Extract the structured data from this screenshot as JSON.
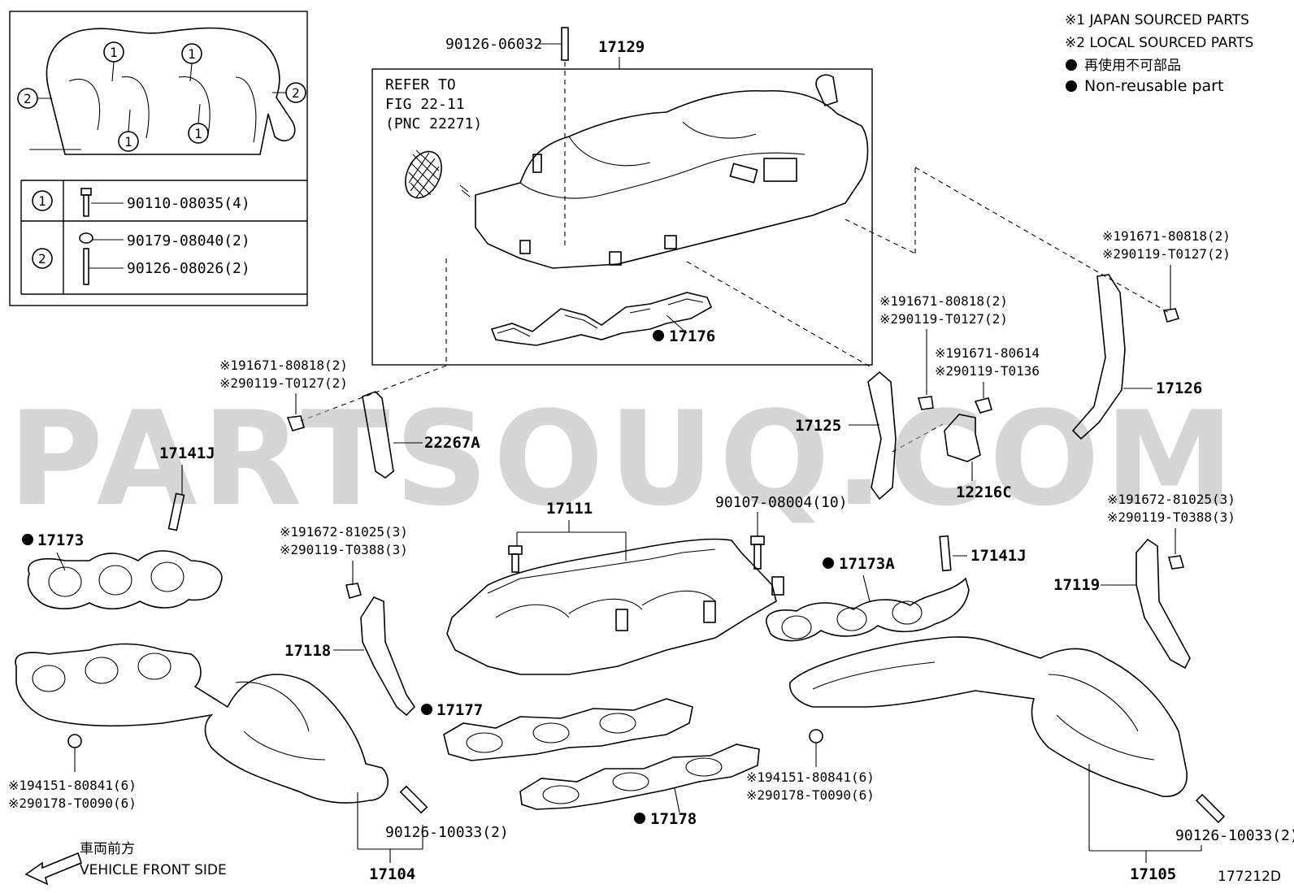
{
  "legend": {
    "japan": "※1 JAPAN SOURCED PARTS",
    "local": "※2 LOCAL SOURCED PARTS",
    "non_reusable_jp": "再使用不可部品",
    "non_reusable_en": "Non-reusable part"
  },
  "watermark": "PARTSOUQ.COM",
  "direction": {
    "jp": "車両前方",
    "en": "VEHICLE FRONT SIDE"
  },
  "figure_code": "177212D",
  "refer": {
    "l1": "REFER TO",
    "l2": "FIG 22-11",
    "l3": "(PNC 22271)"
  },
  "inset": {
    "c1": "1",
    "c2": "2",
    "row1": "90110-08035(4)",
    "row2a": "90179-08040(2)",
    "row2b": "90126-08026(2)"
  },
  "labels": {
    "p90126_06032": "90126-06032",
    "p17129": "17129",
    "p17176": "17176",
    "a1_left_1": "※191671-80818(2)",
    "a1_left_2": "※290119-T0127(2)",
    "p22267A": "22267A",
    "p17141J_left": "17141J",
    "p17173": "17173",
    "b1": "※191671-80818(2)",
    "b2": "※290119-T0127(2)",
    "c1": "※191671-80614",
    "c2": "※290119-T0136",
    "d1": "※191671-80818(2)",
    "d2": "※290119-T0127(2)",
    "p17125": "17125",
    "p12216C": "12216C",
    "p17126": "17126",
    "p17111": "17111",
    "p90107": "90107-08004(10)",
    "e1": "※191672-81025(3)",
    "e2": "※290119-T0388(3)",
    "p17118": "17118",
    "p17177": "17177",
    "p17173A": "17173A",
    "p17141J_right": "17141J",
    "f1": "※191672-81025(3)",
    "f2": "※290119-T0388(3)",
    "p17119": "17119",
    "g1": "※194151-80841(6)",
    "g2": "※290178-T0090(6)",
    "h1": "※194151-80841(6)",
    "h2": "※290178-T0090(6)",
    "p17178": "17178",
    "p90126_10033_l": "90126-10033(2)",
    "p90126_10033_r": "90126-10033(2)",
    "p17104": "17104",
    "p17105": "17105"
  }
}
